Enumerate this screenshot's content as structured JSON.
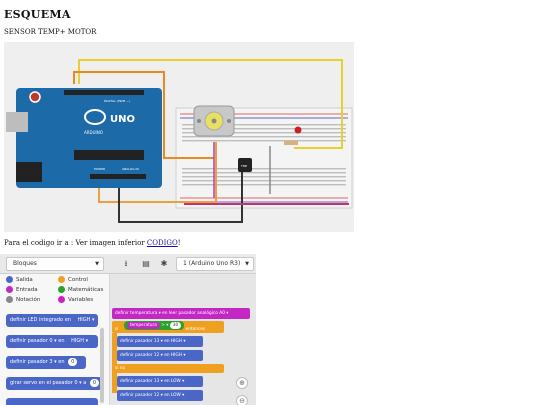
{
  "page": {
    "title": "ESQUEMA",
    "subtitle": "SENSOR TEMP+ MOTOR",
    "caption_prefix": "Para el codigo ir a : Ver imagen inferior ",
    "caption_link": "CODIGO",
    "caption_suffix": "!"
  },
  "circuit": {
    "board_label": "UNO",
    "board_sublabel": "ARDUINO",
    "digital_label": "DIGITAL (PWM ~)",
    "analog_label": "ANALOG IN",
    "power_label": "POWER",
    "sensor_label": "TMP"
  },
  "toolbar": {
    "mode_value": "Bloques",
    "device_value": "1 (Arduino Uno R3)",
    "icons": [
      "download-icon",
      "print-icon",
      "bug-icon"
    ]
  },
  "palette": {
    "categories": [
      {
        "label": "Salida",
        "color": "#4a67c7"
      },
      {
        "label": "Control",
        "color": "#f0a020"
      },
      {
        "label": "Entrada",
        "color": "#c428c4"
      },
      {
        "label": "Matemáticas",
        "color": "#29a329"
      },
      {
        "label": "Notación",
        "color": "#888888"
      },
      {
        "label": "Variables",
        "color": "#d41ec0"
      }
    ],
    "blocks": [
      {
        "text": "definir LED integrado en",
        "value": "HIGH ▾"
      },
      {
        "text": "definir pasador   0 ▾   en",
        "value": "HIGH ▾"
      },
      {
        "text": "definir pasador   3 ▾   en",
        "value": "0"
      },
      {
        "text": "girar servo en el pasador   0 ▾   a",
        "value": "0"
      }
    ]
  },
  "workspace": {
    "set_var": "definir   temperatura ▾   en   leer pasador analógico   A0 ▾",
    "if_label": "si",
    "condition_var": "temperatura",
    "condition_op": ">  ▾",
    "condition_value": "30",
    "condition_then": "entonces",
    "then_blocks": [
      "definir pasador   13 ▾   en   HIGH ▾",
      "definir pasador   12 ▾   en   HIGH ▾"
    ],
    "else_label": "si no",
    "else_blocks": [
      "definir pasador   13 ▾   en   LOW ▾",
      "definir pasador   12 ▾   en   LOW ▾"
    ]
  }
}
